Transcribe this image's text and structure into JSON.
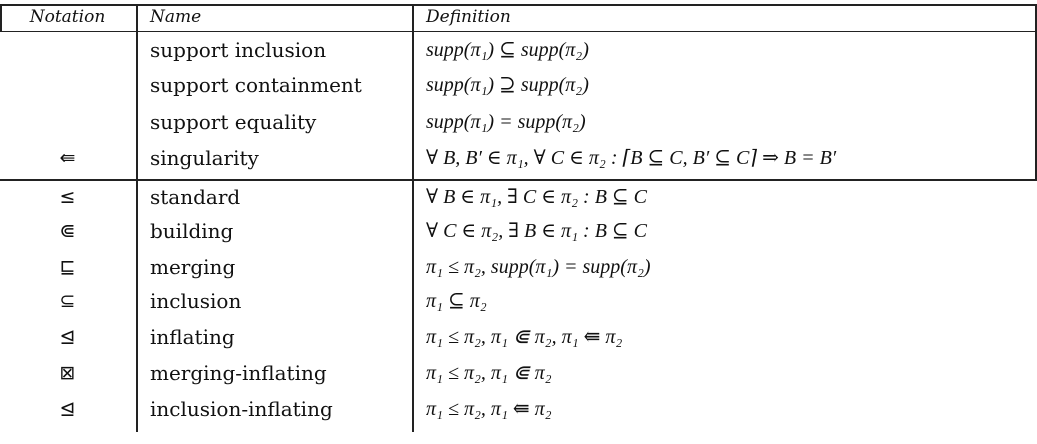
{
  "headers": {
    "notation": "Notation",
    "name": "Name",
    "definition": "Definition"
  },
  "rows": [
    {
      "notation": "",
      "name": "support inclusion",
      "definition": "supp(π₁) ⊆ supp(π₂)"
    },
    {
      "notation": "",
      "name": "support containment",
      "definition": "supp(π₁) ⊇ supp(π₂)"
    },
    {
      "notation": "",
      "name": "support equality",
      "definition": "supp(π₁) = supp(π₂)"
    },
    {
      "notation": "⇚",
      "name": "singularity",
      "definition": "∀ B, B′ ∈ π₁, ∀ C ∈ π₂ : ⌈B ⊆ C, B′ ⊆ C⌉ ⇒ B = B′"
    },
    {
      "notation": "≤",
      "name": "standard",
      "definition": "∀ B ∈ π₁, ∃ C ∈ π₂ : B ⊆ C"
    },
    {
      "notation": "⋐",
      "name": "building",
      "definition": "∀ C ∈ π₂, ∃ B ∈ π₁ : B ⊆ C"
    },
    {
      "notation": "⊑",
      "name": "merging",
      "definition": "π₁ ≤ π₂, supp(π₁) = supp(π₂)"
    },
    {
      "notation": "⊆",
      "name": "inclusion",
      "definition": "π₁ ⊆ π₂"
    },
    {
      "notation": "⊴",
      "name": "inflating",
      "definition": "π₁ ≤ π₂, π₁ ⋐ π₂, π₁ ⇚ π₂"
    },
    {
      "notation": "⊠",
      "name": "merging-inflating",
      "definition": "π₁ ≤ π₂, π₁ ⋐ π₂"
    },
    {
      "notation": "⊴",
      "name": "inclusion-inflating",
      "definition": "π₁ ≤ π₂, π₁ ⇚ π₂"
    }
  ]
}
